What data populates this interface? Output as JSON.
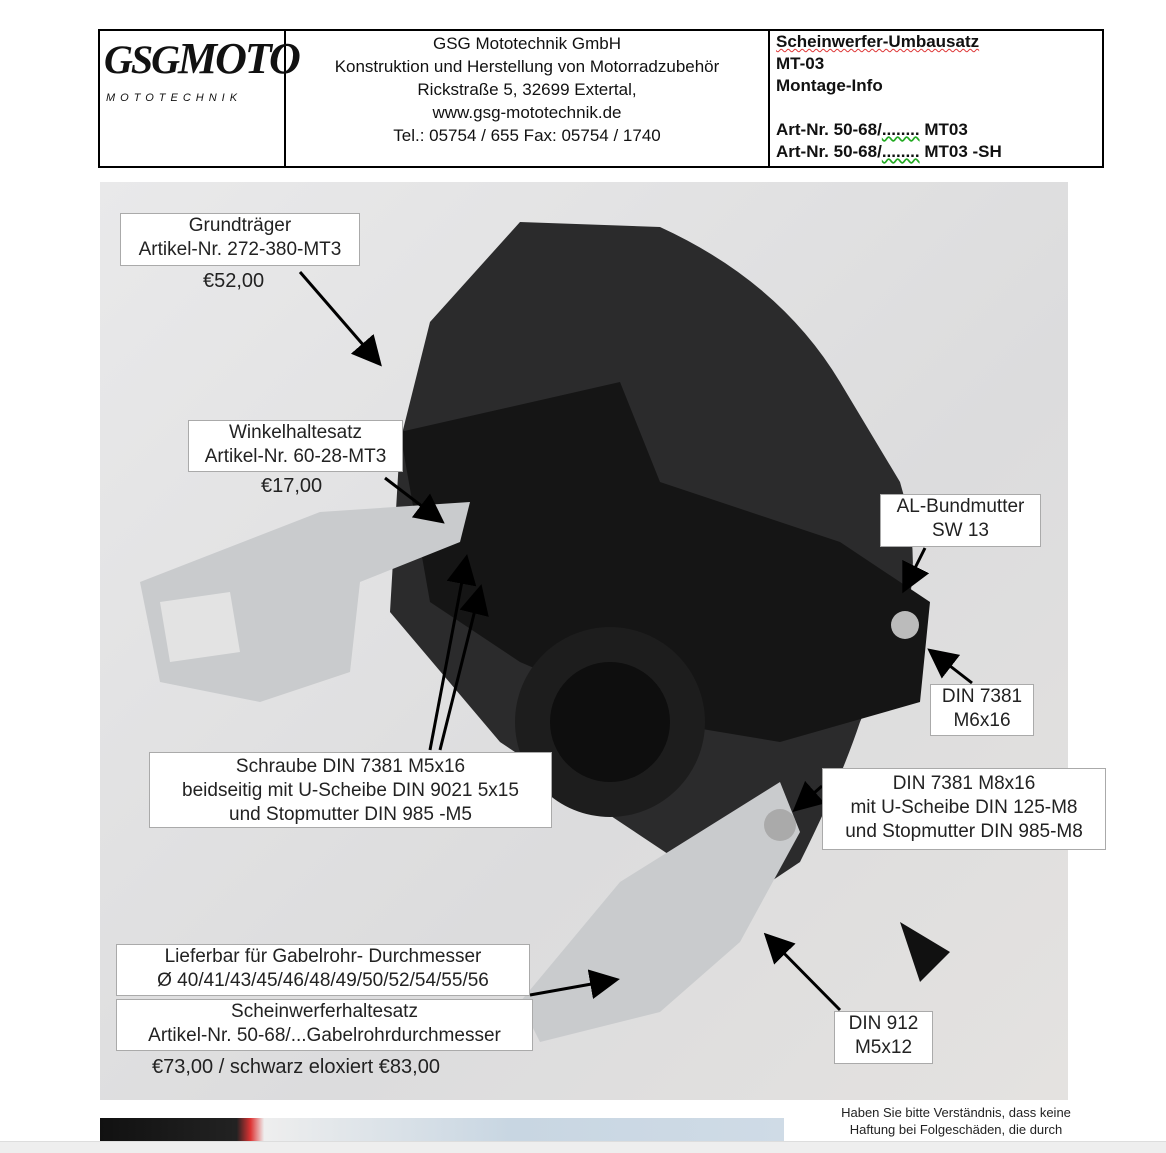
{
  "header": {
    "logo_text": "GSG MOTO Mototechnik",
    "company": "GSG Mototechnik GmbH",
    "tagline": "Konstruktion und Herstellung von Motorradzubehör",
    "address": "Rickstraße 5,  32699 Extertal,",
    "website": "www.gsg-mototechnik.de",
    "phone": "Tel.: 05754 / 655  Fax: 05754 / 1740",
    "product_title": "Scheinwerfer-Umbausatz",
    "model": "MT-03",
    "doc_type": "Montage-Info",
    "art_nr_prefix": "Art-Nr. 50-68/",
    "art_nr_blank": "........",
    "art_nr_1_suffix": " MT03",
    "art_nr_2_suffix": " MT03 -SH"
  },
  "labels": {
    "grundtraeger": {
      "l1": "Grundträger",
      "l2": "Artikel-Nr. 272-380-MT3",
      "price": "€52,00"
    },
    "winkel": {
      "l1": "Winkelhaltesatz",
      "l2": "Artikel-Nr. 60-28-MT3",
      "price": "€17,00"
    },
    "bundmutter": {
      "l1": "AL-Bundmutter",
      "l2": "SW 13"
    },
    "din7381_m6": {
      "l1": "DIN 7381",
      "l2": "M6x16"
    },
    "schraube": {
      "l1": "Schraube DIN 7381 M5x16",
      "l2": "beidseitig mit U-Scheibe DIN 9021  5x15",
      "l3": "und Stopmutter DIN 985 -M5"
    },
    "din7381_m8": {
      "l1": "DIN 7381  M8x16",
      "l2": "mit U-Scheibe DIN 125-M8",
      "l3": "und Stopmutter DIN 985-M8"
    },
    "lieferbar": {
      "l1": "Lieferbar für Gabelrohr- Durchmesser",
      "l2": "Ø 40/41/43/45/46/48/49/50/52/54/55/56"
    },
    "scheinwerfer": {
      "l1": "Scheinwerferhaltesatz",
      "l2": "Artikel-Nr. 50-68/...Gabelrohrdurchmesser",
      "price": "€73,00 /  schwarz eloxiert  €83,00"
    },
    "din912": {
      "l1": "DIN 912",
      "l2": "M5x12"
    }
  },
  "footer_note": {
    "l1": "Haben Sie bitte Verständnis, dass keine",
    "l2": "Haftung bei Folgeschäden, die durch"
  }
}
